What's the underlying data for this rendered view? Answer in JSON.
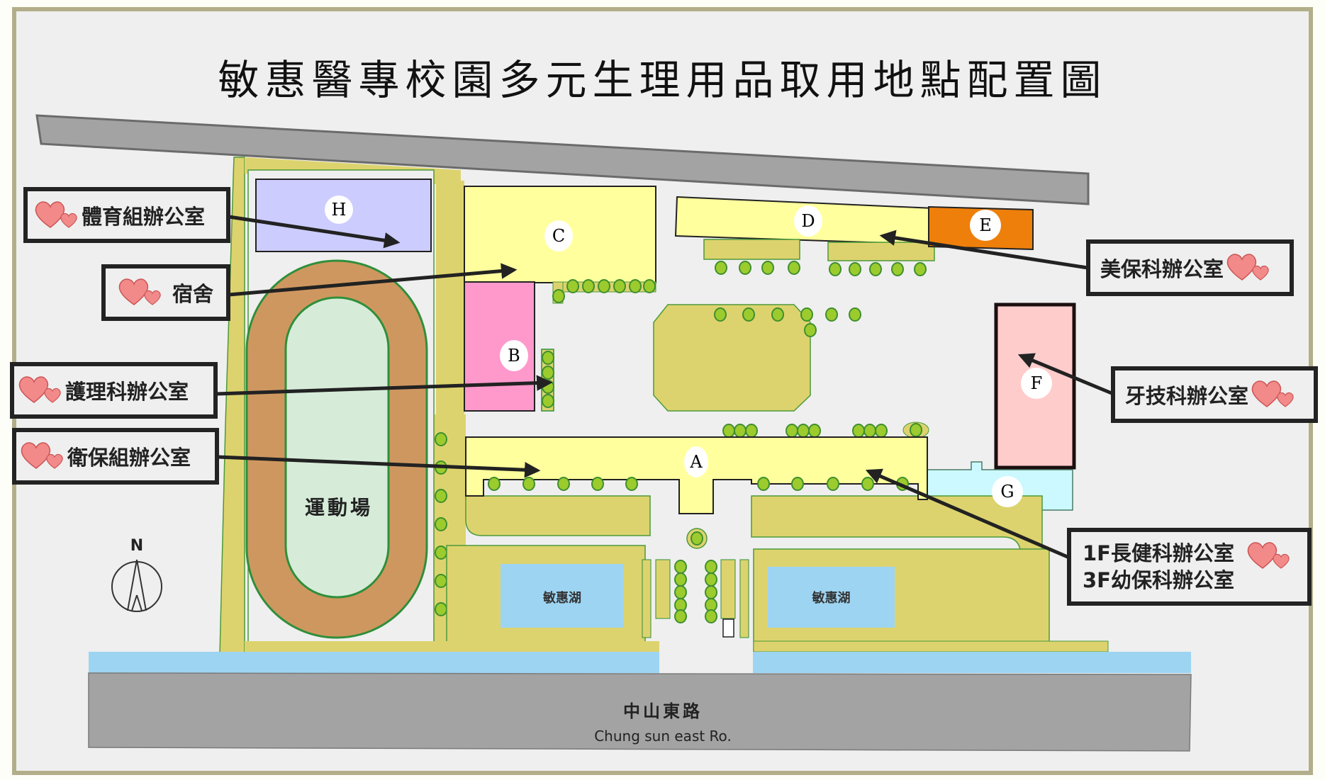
{
  "title": "敏惠醫專校園多元生理用品取用地點配置圖",
  "buildings": {
    "A": "A",
    "B": "B",
    "C": "C",
    "D": "D",
    "E": "E",
    "F": "F",
    "G": "G",
    "H": "H"
  },
  "places": {
    "track": "運動場",
    "lake_left": "敏惠湖",
    "lake_right": "敏惠湖"
  },
  "road": {
    "name_zh": "中山東路",
    "name_en": "Chung sun east Ro."
  },
  "compass": {
    "north": "N"
  },
  "labels": [
    {
      "id": "pe",
      "text": "體育組辦公室",
      "target": "H"
    },
    {
      "id": "dorm",
      "text": "宿舍",
      "target": "C"
    },
    {
      "id": "nursing",
      "text": "護理科辦公室",
      "target": "B"
    },
    {
      "id": "health",
      "text": "衛保組辦公室",
      "target": "A"
    },
    {
      "id": "beauty",
      "text": "美保科辦公室",
      "target": "D"
    },
    {
      "id": "dental",
      "text": "牙技科辦公室",
      "target": "F"
    },
    {
      "id": "elder",
      "text": "1F長健科辦公室",
      "text2": "3F幼保科辦公室",
      "target": "A"
    }
  ],
  "colors": {
    "frame": "#b3ae8a",
    "background": "#efefef",
    "road": "#a3a3a3",
    "ground": "#ddd36e",
    "building_yellow": "#ffff9e",
    "building_pink": "#ff99cc",
    "building_lavender": "#ccccff",
    "building_orange": "#ee7f0b",
    "building_lightpink": "#ffcccc",
    "building_cyan": "#ccf9ff",
    "track": "#cf9760",
    "field": "#d6ecd9",
    "lake": "#9dd4f2",
    "tree": "#9ccb2e",
    "heart": "#f08080"
  }
}
